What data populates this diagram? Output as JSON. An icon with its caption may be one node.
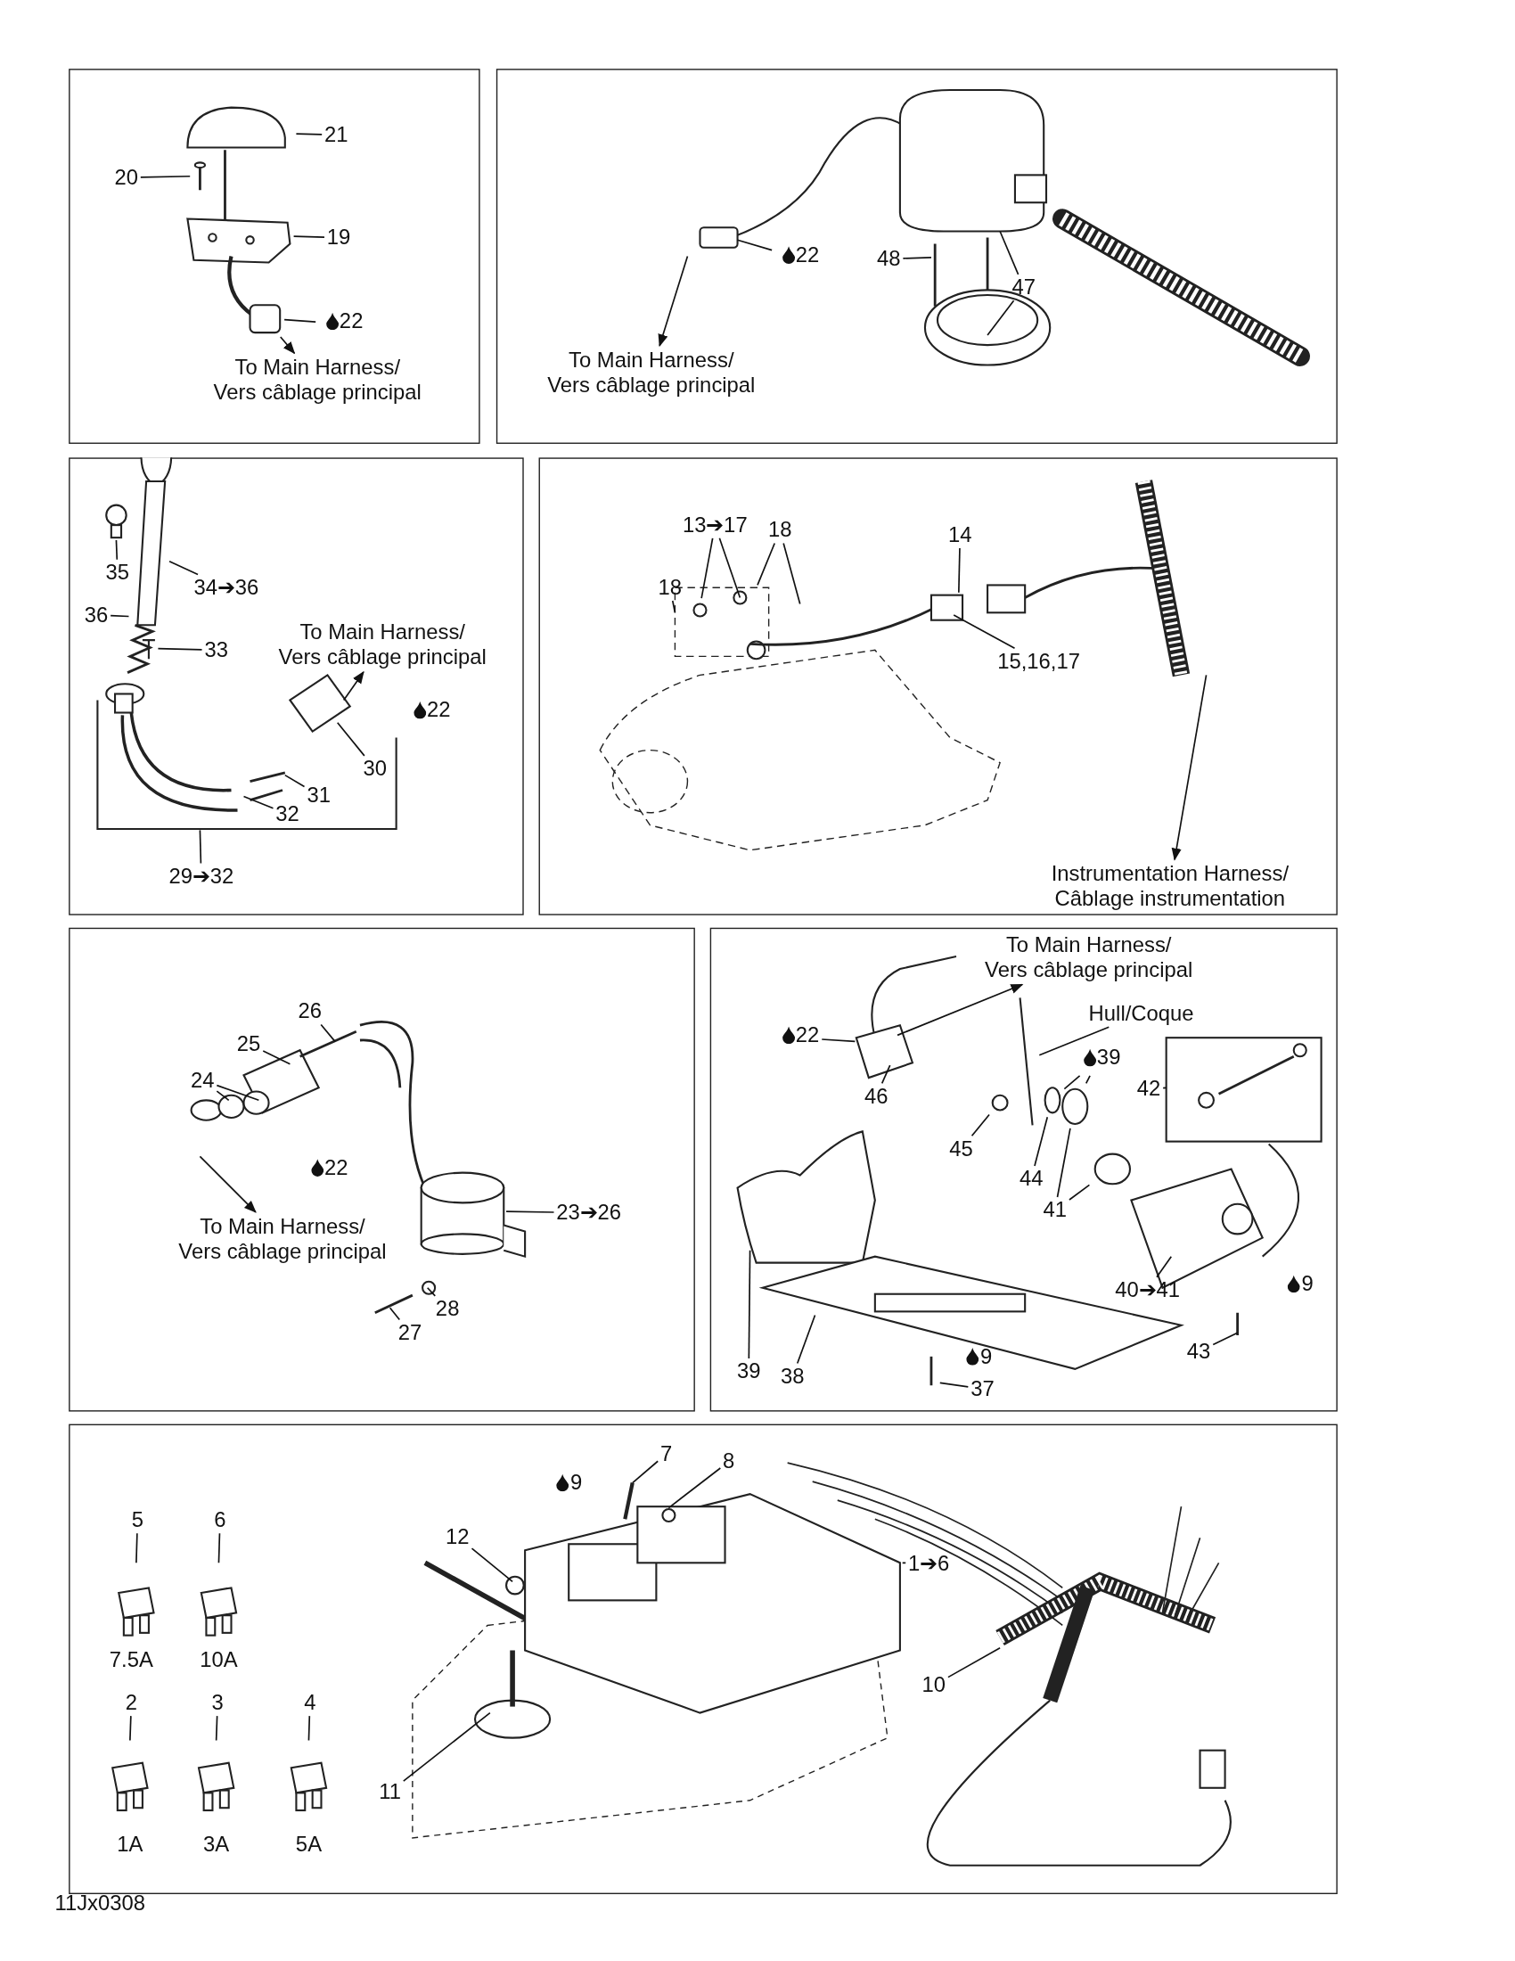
{
  "diagram": {
    "nodes": [
      {
        "text": [],
        "shape": "box"
      },
      {
        "text": [
          "21"
        ],
        "in": 0
      },
      {
        "text": [
          "20"
        ],
        "in": 0
      },
      {
        "text": [
          "19"
        ],
        "in": 0
      },
      {
        "text": [
          "22"
        ],
        "in": 0
      },
      {
        "text": [
          "To Main Harness/",
          "Vers câblage principal"
        ],
        "in": 0
      },
      {
        "text": [],
        "shape": "box"
      },
      {
        "text": [
          "22"
        ],
        "in": 6
      },
      {
        "text": [
          "48"
        ],
        "in": 6
      },
      {
        "text": [
          "47"
        ],
        "in": 6
      },
      {
        "text": [
          "To Main Harness/",
          "Vers câblage principal"
        ],
        "in": 6
      },
      {
        "text": [],
        "shape": "box"
      },
      {
        "text": [
          "35"
        ],
        "in": 11
      },
      {
        "text": [
          "34➔36"
        ],
        "in": 11
      },
      {
        "text": [
          "36"
        ],
        "in": 11
      },
      {
        "text": [
          "33"
        ],
        "in": 11
      },
      {
        "text": [
          "To Main Harness/",
          "Vers câblage principal"
        ],
        "in": 11
      },
      {
        "text": [
          "22"
        ],
        "in": 11
      },
      {
        "text": [
          "30"
        ],
        "in": 11
      },
      {
        "text": [
          "31"
        ],
        "in": 11
      },
      {
        "text": [
          "32"
        ],
        "in": 11
      },
      {
        "text": [
          "29➔32"
        ],
        "in": 11
      },
      {
        "text": [],
        "shape": "box"
      },
      {
        "text": [
          "13➔17"
        ],
        "in": 22
      },
      {
        "text": [
          "18"
        ],
        "in": 22
      },
      {
        "text": [
          "18"
        ],
        "in": 22
      },
      {
        "text": [
          "14"
        ],
        "in": 22
      },
      {
        "text": [
          "15,16,17"
        ],
        "in": 22
      },
      {
        "text": [
          "Instrumentation Harness/",
          "Câblage instrumentation"
        ],
        "in": 22
      },
      {
        "text": [],
        "shape": "box"
      },
      {
        "text": [
          "26"
        ],
        "in": 29
      },
      {
        "text": [
          "25"
        ],
        "in": 29
      },
      {
        "text": [
          "24"
        ],
        "in": 29
      },
      {
        "text": [
          "22"
        ],
        "in": 29
      },
      {
        "text": [
          "To Main Harness/",
          "Vers câblage principal"
        ],
        "in": 29
      },
      {
        "text": [
          "23➔26"
        ],
        "in": 29
      },
      {
        "text": [
          "28"
        ],
        "in": 29
      },
      {
        "text": [
          "27"
        ],
        "in": 29
      },
      {
        "text": [],
        "shape": "box"
      },
      {
        "text": [
          "To Main Harness/",
          "Vers câblage principal"
        ],
        "in": 38
      },
      {
        "text": [
          "Hull/Coque"
        ],
        "in": 38
      },
      {
        "text": [
          "22"
        ],
        "in": 38
      },
      {
        "text": [
          "39"
        ],
        "in": 38
      },
      {
        "text": [
          "42"
        ],
        "in": 38
      },
      {
        "text": [
          "46"
        ],
        "in": 38
      },
      {
        "text": [
          "45"
        ],
        "in": 38
      },
      {
        "text": [
          "44"
        ],
        "in": 38
      },
      {
        "text": [
          "41"
        ],
        "in": 38
      },
      {
        "text": [
          "40➔41"
        ],
        "in": 38
      },
      {
        "text": [
          "9"
        ],
        "in": 38
      },
      {
        "text": [
          "43"
        ],
        "in": 38
      },
      {
        "text": [
          "39"
        ],
        "in": 38
      },
      {
        "text": [
          "38"
        ],
        "in": 38
      },
      {
        "text": [
          "9"
        ],
        "in": 38
      },
      {
        "text": [
          "37"
        ],
        "in": 38
      },
      {
        "text": [],
        "shape": "box"
      },
      {
        "text": [
          "5"
        ],
        "in": 55
      },
      {
        "text": [
          "6"
        ],
        "in": 55
      },
      {
        "text": [
          "2"
        ],
        "in": 55
      },
      {
        "text": [
          "3"
        ],
        "in": 55
      },
      {
        "text": [
          "4"
        ],
        "in": 55
      },
      {
        "text": [
          "9"
        ],
        "in": 55
      },
      {
        "text": [
          "7"
        ],
        "in": 55
      },
      {
        "text": [
          "8"
        ],
        "in": 55
      },
      {
        "text": [
          "12"
        ],
        "in": 55
      },
      {
        "text": [
          "1➔6"
        ],
        "in": 55
      },
      {
        "text": [
          "10"
        ],
        "in": 55
      },
      {
        "text": [
          "11"
        ],
        "in": 55
      },
      {
        "text": [],
        "shape": "box",
        "in": 0
      },
      {
        "text": [],
        "shape": "picture",
        "in": 11
      },
      {
        "text": [],
        "shape": "picture",
        "in": 11
      },
      {
        "text": [],
        "shape": "circle",
        "in": 22
      },
      {
        "text": [],
        "shape": "picture",
        "in": 38
      },
      {
        "text": [],
        "shape": "circle",
        "in": 38
      },
      {
        "text": [],
        "shape": "circle",
        "in": 38
      },
      {
        "text": [],
        "shape": "circle",
        "in": 38
      },
      {
        "text": [],
        "shape": "circle",
        "in": 38
      }
    ],
    "edges": [
      {
        "from": 1,
        "to": null,
        "arrow": "none"
      },
      {
        "from": 2,
        "to": null,
        "arrow": "none"
      },
      {
        "from": 3,
        "to": null,
        "arrow": "none"
      },
      {
        "from": 4,
        "to": 68,
        "arrow": "none"
      },
      {
        "from": 68,
        "to": 5,
        "arrow": "to"
      },
      {
        "from": 7,
        "to": null,
        "arrow": "none"
      },
      {
        "from": 8,
        "to": null,
        "arrow": "none"
      },
      {
        "from": 9,
        "to": null,
        "arrow": "none"
      },
      {
        "from": 9,
        "to": null,
        "arrow": "none"
      },
      {
        "from": null,
        "to": 10,
        "arrow": "to"
      },
      {
        "from": 12,
        "to": null,
        "arrow": "none"
      },
      {
        "from": 13,
        "to": 69,
        "arrow": "none"
      },
      {
        "from": 14,
        "to": null,
        "arrow": "none"
      },
      {
        "from": 15,
        "to": 70,
        "arrow": "none"
      },
      {
        "from": null,
        "to": 16,
        "arrow": "to"
      },
      {
        "from": 18,
        "to": null,
        "arrow": "none"
      },
      {
        "from": 19,
        "to": null,
        "arrow": "none"
      },
      {
        "from": 20,
        "to": null,
        "arrow": "none"
      },
      {
        "from": 21,
        "to": null,
        "arrow": "none"
      },
      {
        "from": 23,
        "to": 71,
        "arrow": "none"
      },
      {
        "from": 23,
        "to": null,
        "arrow": "none"
      },
      {
        "from": 24,
        "to": null,
        "arrow": "none"
      },
      {
        "from": 24,
        "to": null,
        "arrow": "none"
      },
      {
        "from": 25,
        "to": null,
        "arrow": "none"
      },
      {
        "from": 26,
        "to": null,
        "arrow": "none"
      },
      {
        "from": 27,
        "to": null,
        "arrow": "none"
      },
      {
        "from": null,
        "to": 28,
        "arrow": "to"
      },
      {
        "from": 30,
        "to": null,
        "arrow": "none"
      },
      {
        "from": 31,
        "to": null,
        "arrow": "none"
      },
      {
        "from": 32,
        "to": null,
        "arrow": "none"
      },
      {
        "from": 32,
        "to": null,
        "arrow": "none"
      },
      {
        "from": null,
        "to": 34,
        "arrow": "to"
      },
      {
        "from": 35,
        "to": null,
        "arrow": "none"
      },
      {
        "from": 36,
        "to": null,
        "arrow": "none"
      },
      {
        "from": 37,
        "to": null,
        "arrow": "none"
      },
      {
        "from": null,
        "to": 39,
        "arrow": "to"
      },
      {
        "from": 40,
        "to": 72,
        "arrow": "none"
      },
      {
        "from": 41,
        "to": null,
        "arrow": "none"
      },
      {
        "from": 42,
        "to": 73,
        "arrow": "none"
      },
      {
        "from": 42,
        "to": 74,
        "arrow": "none"
      },
      {
        "from": 43,
        "to": null,
        "arrow": "none"
      },
      {
        "from": 44,
        "to": null,
        "arrow": "none"
      },
      {
        "from": 45,
        "to": 76,
        "arrow": "none"
      },
      {
        "from": 46,
        "to": 73,
        "arrow": "none"
      },
      {
        "from": 47,
        "to": 74,
        "arrow": "none"
      },
      {
        "from": 47,
        "to": 75,
        "arrow": "none"
      },
      {
        "from": 48,
        "to": null,
        "arrow": "none"
      },
      {
        "from": 50,
        "to": null,
        "arrow": "none"
      },
      {
        "from": 51,
        "to": null,
        "arrow": "none"
      },
      {
        "from": 52,
        "to": null,
        "arrow": "none"
      },
      {
        "from": 54,
        "to": null,
        "arrow": "none"
      },
      {
        "from": 56,
        "to": null,
        "arrow": "none"
      },
      {
        "from": 57,
        "to": null,
        "arrow": "none"
      },
      {
        "from": 58,
        "to": null,
        "arrow": "none"
      },
      {
        "from": 59,
        "to": null,
        "arrow": "none"
      },
      {
        "from": 60,
        "to": null,
        "arrow": "none"
      },
      {
        "from": 62,
        "to": null,
        "arrow": "none"
      },
      {
        "from": 63,
        "to": null,
        "arrow": "none"
      },
      {
        "from": 64,
        "to": null,
        "arrow": "none"
      },
      {
        "from": 65,
        "to": null,
        "arrow": "none"
      },
      {
        "from": 66,
        "to": null,
        "arrow": "none"
      },
      {
        "from": 67,
        "to": null,
        "arrow": "none"
      }
    ],
    "labels": [
      "7.5A",
      "10A",
      "1A",
      "3A",
      "5A",
      "11Jx0308"
    ]
  }
}
